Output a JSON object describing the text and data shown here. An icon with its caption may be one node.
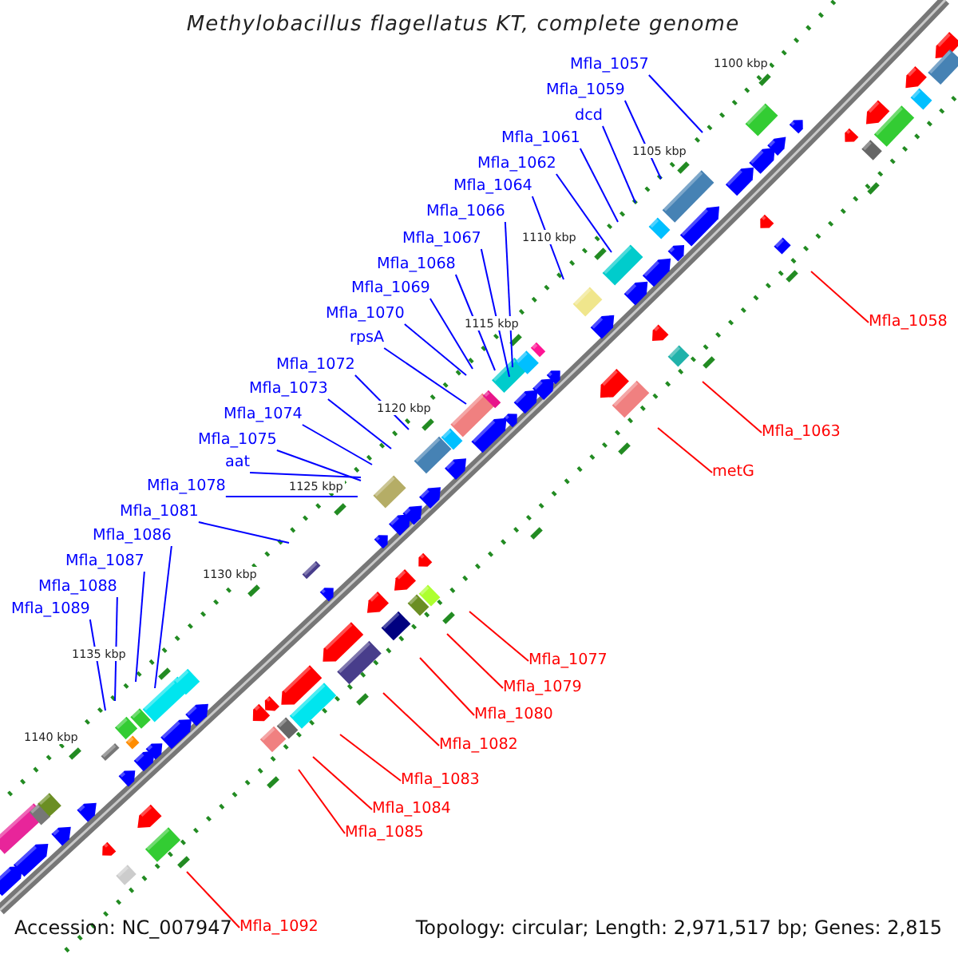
{
  "diagram": {
    "title": "Methylobacillus flagellatus KT, complete genome",
    "nodes": [
      {
        "text": [
          "Mfla_1057"
        ]
      },
      {
        "text": [
          "Mfla_1059"
        ]
      },
      {
        "text": [
          "dcd"
        ]
      },
      {
        "text": [
          "Mfla_1061"
        ]
      },
      {
        "text": [
          "Mfla_1062"
        ]
      },
      {
        "text": [
          "Mfla_1064"
        ]
      },
      {
        "text": [
          "Mfla_1066"
        ]
      },
      {
        "text": [
          "Mfla_1067"
        ]
      },
      {
        "text": [
          "Mfla_1068"
        ]
      },
      {
        "text": [
          "Mfla_1069"
        ]
      },
      {
        "text": [
          "Mfla_1070"
        ]
      },
      {
        "text": [
          "Mfla_1058"
        ]
      },
      {
        "text": [
          "rpsA"
        ]
      },
      {
        "text": [
          "Mfla_1072"
        ]
      },
      {
        "text": [
          "Mfla_1073"
        ]
      },
      {
        "text": [
          "Mfla_1074"
        ]
      },
      {
        "text": [
          "Mfla_1063"
        ]
      },
      {
        "text": [
          "Mfla_1075"
        ]
      },
      {
        "text": [
          "aat"
        ]
      },
      {
        "text": [
          "metG"
        ]
      },
      {
        "text": [
          "Mfla_1078"
        ]
      },
      {
        "text": [
          "Mfla_1081"
        ]
      },
      {
        "text": [
          "Mfla_1086"
        ]
      },
      {
        "text": [
          "Mfla_1087"
        ]
      },
      {
        "text": [
          "Mfla_1088"
        ]
      },
      {
        "text": [
          "Mfla_1089"
        ]
      },
      {
        "text": [
          "Mfla_1077"
        ]
      },
      {
        "text": [
          "Mfla_1079"
        ]
      },
      {
        "text": [
          "Mfla_1080"
        ]
      },
      {
        "text": [
          "Mfla_1082"
        ]
      },
      {
        "text": [
          "Mfla_1083"
        ]
      },
      {
        "text": [
          "Mfla_1084"
        ]
      },
      {
        "text": [
          "Mfla_1085"
        ]
      },
      {
        "text": [
          "Mfla_1092"
        ]
      }
    ],
    "edges": [
      {
        "from": 0,
        "to": null,
        "arrow": "none"
      },
      {
        "from": 1,
        "to": null,
        "arrow": "none"
      },
      {
        "from": 2,
        "to": null,
        "arrow": "none"
      },
      {
        "from": 3,
        "to": null,
        "arrow": "none"
      },
      {
        "from": 4,
        "to": null,
        "arrow": "none"
      },
      {
        "from": 5,
        "to": null,
        "arrow": "none"
      },
      {
        "from": 6,
        "to": null,
        "arrow": "none"
      },
      {
        "from": 7,
        "to": null,
        "arrow": "none"
      },
      {
        "from": 8,
        "to": null,
        "arrow": "none"
      },
      {
        "from": 9,
        "to": null,
        "arrow": "none"
      },
      {
        "from": 10,
        "to": null,
        "arrow": "none"
      },
      {
        "from": 11,
        "to": null,
        "arrow": "none",
        "color": "#ff0000"
      },
      {
        "from": 12,
        "to": null,
        "arrow": "none"
      },
      {
        "from": 13,
        "to": null,
        "arrow": "none"
      },
      {
        "from": 14,
        "to": null,
        "arrow": "none"
      },
      {
        "from": 15,
        "to": null,
        "arrow": "none"
      },
      {
        "from": 16,
        "to": null,
        "arrow": "none",
        "color": "#ff0000"
      },
      {
        "from": 17,
        "to": null,
        "arrow": "none"
      },
      {
        "from": 18,
        "to": null,
        "arrow": "none"
      },
      {
        "from": 19,
        "to": null,
        "arrow": "none",
        "color": "#ff0000"
      },
      {
        "from": 20,
        "to": null,
        "arrow": "none"
      },
      {
        "from": 21,
        "to": null,
        "arrow": "none"
      },
      {
        "from": 22,
        "to": null,
        "arrow": "none"
      },
      {
        "from": 23,
        "to": null,
        "arrow": "none"
      },
      {
        "from": 24,
        "to": null,
        "arrow": "none"
      },
      {
        "from": 25,
        "to": null,
        "arrow": "none"
      },
      {
        "from": 26,
        "to": null,
        "arrow": "none",
        "color": "#ff0000"
      },
      {
        "from": 27,
        "to": null,
        "arrow": "none",
        "color": "#ff0000"
      },
      {
        "from": 28,
        "to": null,
        "arrow": "none",
        "color": "#ff0000"
      },
      {
        "from": 29,
        "to": null,
        "arrow": "none",
        "color": "#ff0000"
      },
      {
        "from": 30,
        "to": null,
        "arrow": "none",
        "color": "#ff0000"
      },
      {
        "from": 31,
        "to": null,
        "arrow": "none",
        "color": "#ff0000"
      },
      {
        "from": 32,
        "to": null,
        "arrow": "none",
        "color": "#ff0000"
      },
      {
        "from": 33,
        "to": null,
        "arrow": "none",
        "color": "#ff0000"
      }
    ],
    "labels": [
      "1100 kbp",
      "1105 kbp",
      "1110 kbp",
      "1115 kbp",
      "1120 kbp",
      "1125 kbp",
      "1130 kbp",
      "1135 kbp",
      "1140 kbp",
      "Accession: NC_007947",
      "Topology: circular; Length: 2,971,517 bp; Genes: 2,815"
    ]
  }
}
